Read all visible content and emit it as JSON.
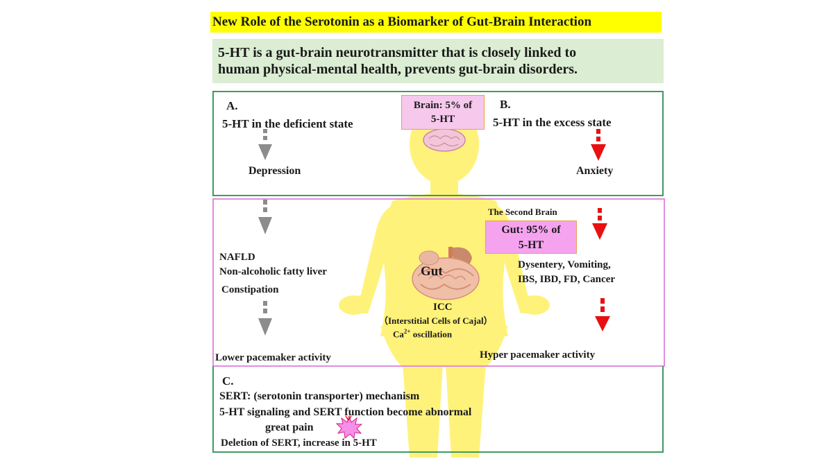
{
  "title": "New Role of the Serotonin as a Biomarker of Gut-Brain Interaction",
  "summary": {
    "line1": "5-HT is a gut-brain neurotransmitter that is closely linked to",
    "line2": "human physical-mental health, prevents gut-brain disorders."
  },
  "brain_box": {
    "line1": "Brain: 5% of",
    "line2": "5-HT"
  },
  "section_a": {
    "letter": "A.",
    "state": "5-HT in the deficient state",
    "brain_effect": "Depression",
    "gut_effect_1": "NAFLD",
    "gut_effect_2": "Non-alcoholic fatty liver",
    "gut_effect_3": "Constipation",
    "pacemaker": "Lower pacemaker activity"
  },
  "section_b": {
    "letter": "B.",
    "state": "5-HT in the excess state",
    "brain_effect": "Anxiety",
    "second_brain": "The Second Brain",
    "gut_box_line1": "Gut: 95% of",
    "gut_box_line2": "5-HT",
    "gut_effect_1": "Dysentery, Vomiting,",
    "gut_effect_2": "IBS, IBD, FD, Cancer",
    "pacemaker": "Hyper pacemaker activity"
  },
  "gut_center": {
    "gut_label": "Gut",
    "icc": "ICC",
    "icc_full": "（Interstitial  Cells of Cajal）",
    "ca_prefix": "Ca",
    "ca_sup": "2+",
    "ca_suffix": " oscillation"
  },
  "section_c": {
    "letter": "C.",
    "line1": "SERT: (serotonin transporter)  mechanism",
    "line2": "5-HT signaling and SERT function become abnormal",
    "line3": "great pain",
    "line4": "Deletion of SERT, increase in 5-HT"
  },
  "colors": {
    "title_highlight": "#ffff00",
    "summary_bg": "#dbeed3",
    "frame_green": "#3e9a5f",
    "frame_pink": "#e28be0",
    "body_yellow": "#fff27a",
    "deficient_arrow": "#8c8c8c",
    "excess_arrow": "#e81010",
    "brain_box_bg": "#f6c8ec",
    "gut_box_bg": "#f5a3ef"
  }
}
